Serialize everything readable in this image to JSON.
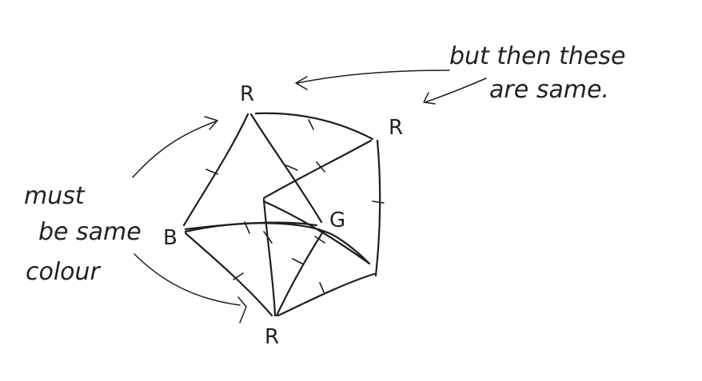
{
  "vertex_labels": {
    "top": "R",
    "right": "R",
    "left": "B",
    "center": "G",
    "bottom": "R"
  },
  "annotations": {
    "top_note_line1": "but then these",
    "top_note_line2": "are same.",
    "left_note_line1": "must",
    "left_note_line2": "be same",
    "left_note_line3": "colour"
  }
}
